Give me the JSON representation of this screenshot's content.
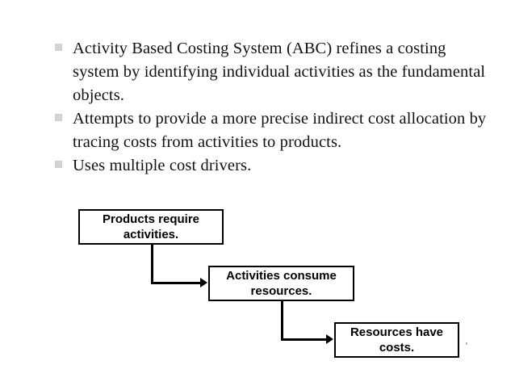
{
  "slide": {
    "bullets": [
      {
        "marker": "square-bullet",
        "text": "Activity Based Costing System (ABC) refines a costing system by identifying individual activities as the fundamental objects."
      },
      {
        "marker": "square-bullet",
        "text": "Attempts to provide a more precise indirect cost allocation by tracing costs from activities to products."
      },
      {
        "marker": "square-bullet",
        "text": "Uses multiple cost drivers."
      }
    ],
    "diagram": {
      "type": "flowchart",
      "boxes": [
        {
          "id": "products",
          "label": "Products require\nactivities."
        },
        {
          "id": "activities",
          "label": "Activities consume\nresources."
        },
        {
          "id": "resources",
          "label": "Resources have\ncosts."
        }
      ],
      "connectors": [
        {
          "from": "products",
          "to": "activities",
          "style": "elbow-arrow"
        },
        {
          "from": "activities",
          "to": "resources",
          "style": "elbow-arrow"
        }
      ]
    },
    "colors": {
      "background": "#ffffff",
      "text": "#111111",
      "bullet_marker": "#d4d4d4",
      "box_border": "#000000",
      "box_text": "#000000",
      "connector": "#000000"
    }
  }
}
